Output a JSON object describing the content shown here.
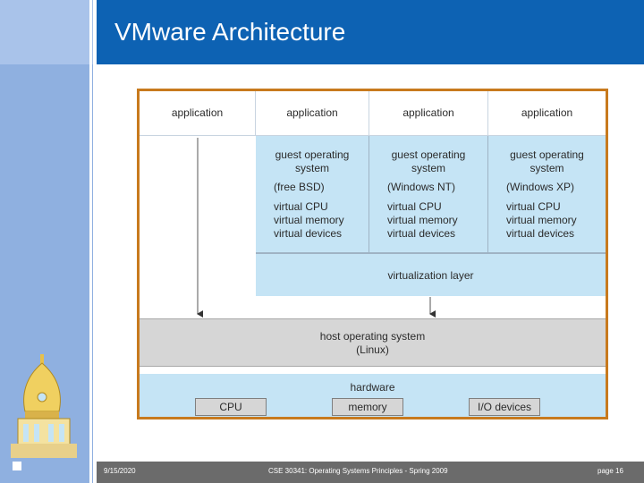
{
  "slide": {
    "title": "VMware Architecture"
  },
  "diagram": {
    "apps": [
      "application",
      "application",
      "application",
      "application"
    ],
    "guests": [
      {
        "title_line1": "guest operating",
        "title_line2": "system",
        "name": "(free BSD)",
        "line1": "virtual CPU",
        "line2": "virtual memory",
        "line3": "virtual devices"
      },
      {
        "title_line1": "guest operating",
        "title_line2": "system",
        "name": "(Windows NT)",
        "line1": "virtual CPU",
        "line2": "virtual memory",
        "line3": "virtual devices"
      },
      {
        "title_line1": "guest operating",
        "title_line2": "system",
        "name": "(Windows XP)",
        "line1": "virtual CPU",
        "line2": "virtual memory",
        "line3": "virtual devices"
      }
    ],
    "virtualization_layer": "virtualization layer",
    "host_line1": "host operating system",
    "host_line2": "(Linux)",
    "hardware": "hardware",
    "hw_cpu": "CPU",
    "hw_memory": "memory",
    "hw_io": "I/O devices"
  },
  "footer": {
    "date": "9/15/2020",
    "course": "CSE 30341: Operating Systems Principles - Spring 2009",
    "page": "page 16"
  },
  "colors": {
    "title_band": "#0d62b3",
    "frame_border": "#c87a1e",
    "guest_fill": "#c5e4f5",
    "host_fill": "#d6d6d6"
  }
}
